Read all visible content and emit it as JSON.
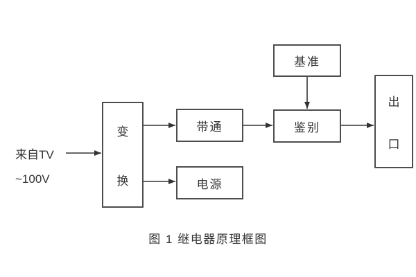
{
  "figure": {
    "caption": "图 1  继电器原理框图",
    "input_label": {
      "line1": "来自TV",
      "line2": "~100V"
    },
    "blocks": {
      "transform": {
        "chars": [
          "变",
          "换"
        ]
      },
      "bandpass": {
        "label": "带通"
      },
      "power": {
        "label": "电源"
      },
      "reference": {
        "label": "基准"
      },
      "discriminator": {
        "label": "鉴别"
      },
      "output": {
        "chars": [
          "出",
          "口"
        ]
      }
    },
    "connections": [
      {
        "from": "input-source",
        "to": "transform"
      },
      {
        "from": "transform",
        "to": "bandpass"
      },
      {
        "from": "transform",
        "to": "power"
      },
      {
        "from": "bandpass",
        "to": "discriminator"
      },
      {
        "from": "reference",
        "to": "discriminator"
      },
      {
        "from": "discriminator",
        "to": "output"
      }
    ],
    "colors": {
      "border": "#4d4d4d",
      "line": "#333333",
      "text": "#333333",
      "background": "#ffffff"
    }
  }
}
